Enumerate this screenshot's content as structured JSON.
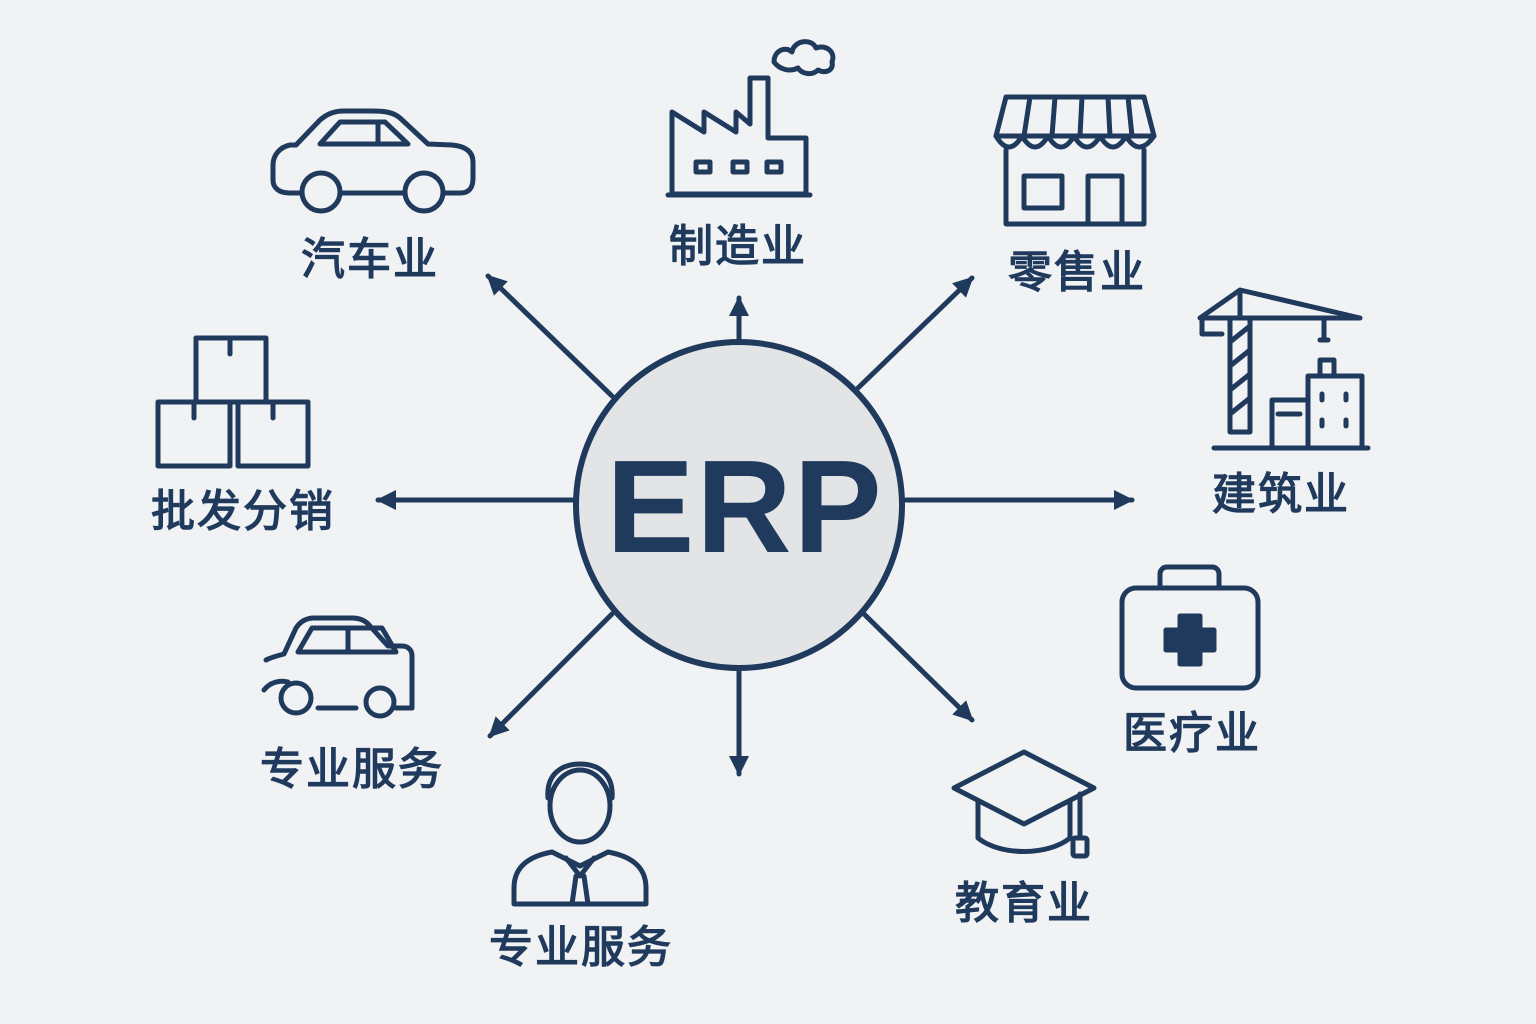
{
  "center": {
    "label": "ERP"
  },
  "colors": {
    "primary": "#1f3a5c",
    "hub_fill": "#e3e4e6",
    "background": "#f1f2f3"
  },
  "industries": [
    {
      "id": "automotive",
      "label": "汽车业",
      "icon": "car-icon"
    },
    {
      "id": "manufacturing",
      "label": "制造业",
      "icon": "factory-icon"
    },
    {
      "id": "retail",
      "label": "零售业",
      "icon": "storefront-icon"
    },
    {
      "id": "construction",
      "label": "建筑业",
      "icon": "crane-icon"
    },
    {
      "id": "wholesale",
      "label": "批发分销",
      "icon": "stacked-boxes-icon"
    },
    {
      "id": "healthcare",
      "label": "医疗业",
      "icon": "medical-kit-icon"
    },
    {
      "id": "services-vehicle",
      "label": "专业服务",
      "icon": "delivery-van-icon"
    },
    {
      "id": "education",
      "label": "教育业",
      "icon": "graduation-cap-icon"
    },
    {
      "id": "services-person",
      "label": "专业服务",
      "icon": "professional-person-icon"
    }
  ]
}
